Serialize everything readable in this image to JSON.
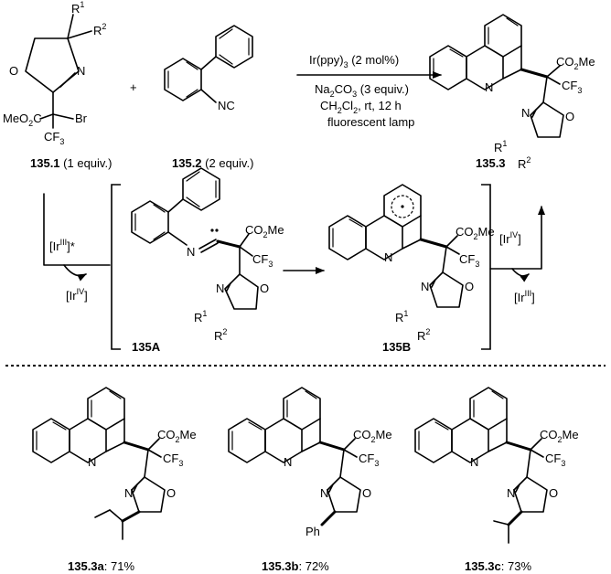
{
  "conditions": {
    "catalyst": "Ir(ppy)3 (2 mol%)",
    "base": "Na2CO3 (3 equiv.)",
    "solvent": "CH2Cl2, rt, 12 h",
    "light": "fluorescent lamp"
  },
  "reactants": {
    "r1": {
      "id": "135.1",
      "amount": "(1 equiv.)"
    },
    "r2": {
      "id": "135.2",
      "amount": "(2 equiv.)"
    },
    "plus": "+"
  },
  "product": {
    "id": "135.3"
  },
  "intermediates": {
    "a": "135A",
    "b": "135B"
  },
  "catalytic": {
    "ir3_star": "[IrIII]*",
    "ir4_left": "[IrIV]",
    "ir4_right": "[IrIV]",
    "ir3_right": "[IrIII]"
  },
  "examples": [
    {
      "id": "135.3a",
      "yield": ": 71%"
    },
    {
      "id": "135.3b",
      "yield": ": 72%"
    },
    {
      "id": "135.3c",
      "yield": ": 73%"
    }
  ],
  "atoms": {
    "O": "O",
    "N": "N",
    "NC": "NC",
    "Br": "Br",
    "CF3": "CF3",
    "CO2Me": "CO2Me",
    "MeO2C": "MeO2C",
    "R1": "R1",
    "R2": "R2",
    "Ph": "Ph"
  }
}
